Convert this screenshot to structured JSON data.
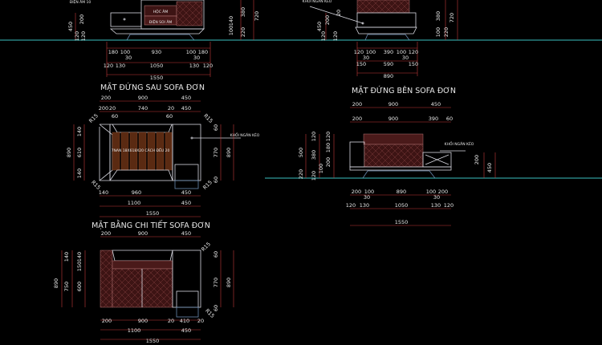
{
  "colors": {
    "background": "#000000",
    "ground_line": "#2f9a9a",
    "dimension_line": "#c43a3a",
    "fabric": "#3d1414",
    "slats": "#5a2a12"
  },
  "views": [
    {
      "id": "front-top-left",
      "title": "",
      "labels": [
        "ĐIỆN ÂM 10",
        "HỘC ÂM",
        "ĐIỆN SOI ÂM",
        "180",
        "100",
        "930",
        "100",
        "180",
        "30",
        "30",
        "120",
        "130",
        "1050",
        "130",
        "120",
        "1550",
        "450",
        "200",
        "120",
        "120",
        "380",
        "720",
        "100",
        "220",
        "140"
      ]
    },
    {
      "id": "side-top-right",
      "title": "",
      "labels": [
        "KHỐI NGĂN KÉO",
        "120",
        "100",
        "390",
        "100",
        "120",
        "30",
        "30",
        "150",
        "590",
        "150",
        "890",
        "450",
        "200",
        "120",
        "120",
        "380",
        "720",
        "100",
        "220",
        "20"
      ]
    },
    {
      "id": "rear-elevation",
      "title": "MẶT ĐỨNG SAU SOFA ĐƠN",
      "labels": [
        "200",
        "900",
        "450",
        "200",
        "20",
        "740",
        "20",
        "450",
        "60",
        "60",
        "7NAN 18X618X20 CÁCH ĐỀU 20",
        "R15",
        "R15",
        "R15",
        "R15",
        "890",
        "140",
        "610",
        "140",
        "60",
        "770",
        "890",
        "60",
        "KHỐI NGĂN KÉO",
        "140",
        "960",
        "450",
        "1100",
        "450",
        "1550"
      ]
    },
    {
      "id": "side-elevation",
      "title": "MẶT ĐỨNG BÊN SOFA ĐƠN",
      "labels": [
        "200",
        "900",
        "450",
        "200",
        "900",
        "390",
        "60",
        "500",
        "220",
        "120",
        "380",
        "120",
        "120",
        "180",
        "200",
        "100",
        "KHỐI NGĂN KÉO",
        "200",
        "100",
        "890",
        "100",
        "200",
        "30",
        "30",
        "120",
        "130",
        "1050",
        "130",
        "120",
        "1550",
        "200",
        "450"
      ]
    },
    {
      "id": "plan-detail",
      "title": "MẶT BẰNG CHI TIẾT SOFA ĐƠN",
      "labels": [
        "200",
        "900",
        "450",
        "890",
        "750",
        "140",
        "140",
        "150",
        "600",
        "60",
        "770",
        "890",
        "60",
        "R15",
        "R15",
        "200",
        "900",
        "20",
        "410",
        "20",
        "1100",
        "450",
        "1550"
      ]
    }
  ]
}
